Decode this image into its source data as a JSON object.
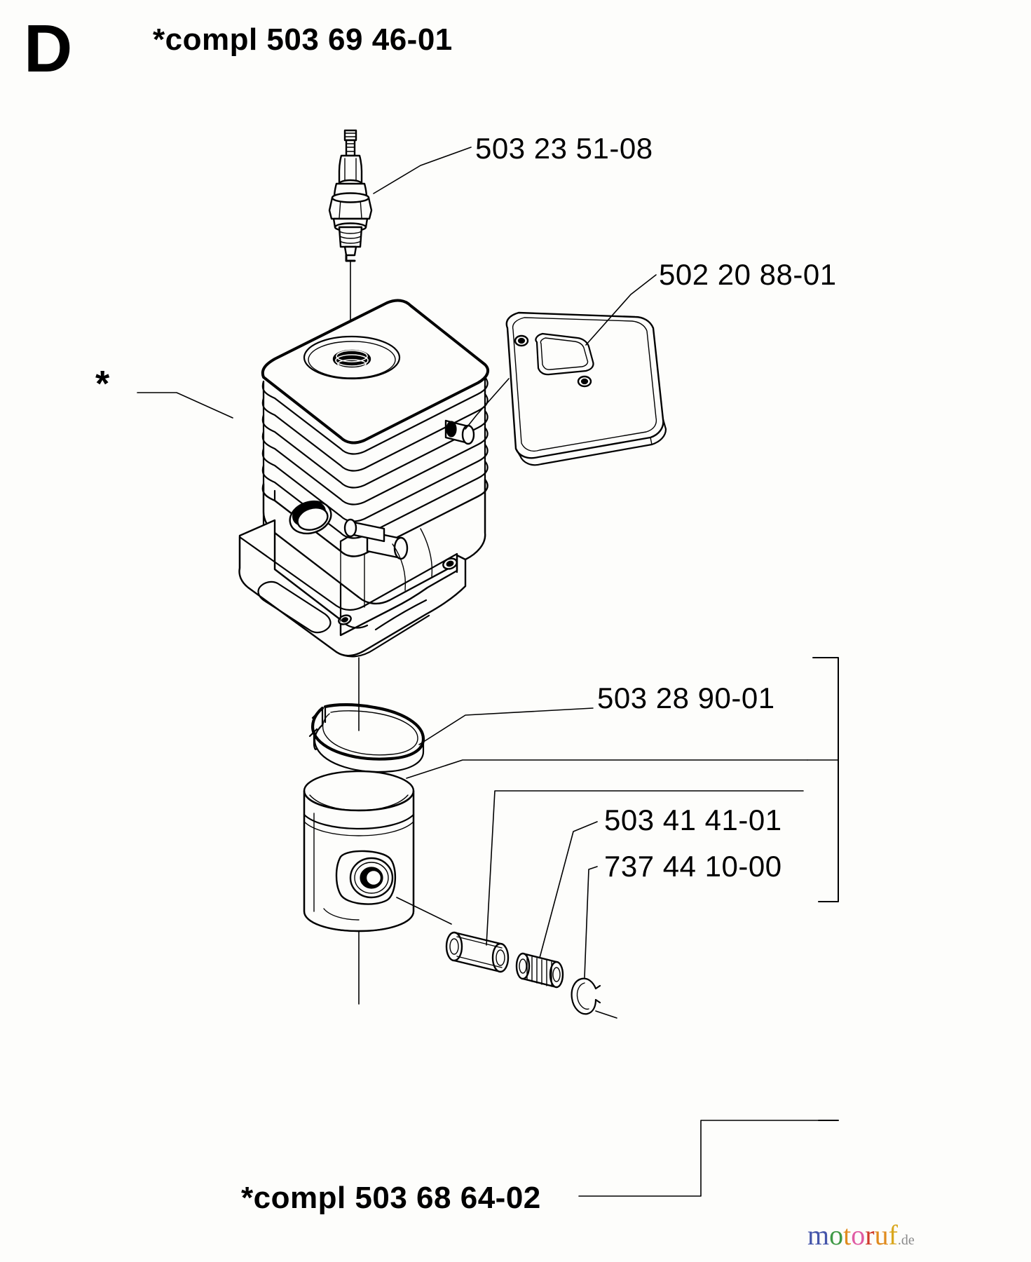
{
  "plate": {
    "letter": "D",
    "header_label": "*compl 503 69 46-01",
    "bottom_label": "*compl 503 68 64-02",
    "left_star": "*"
  },
  "references": [
    {
      "id": "spark-plug",
      "number": "503 23 51-08"
    },
    {
      "id": "muffler-gasket",
      "number": "502 20 88-01"
    },
    {
      "id": "piston-ring",
      "number": "503 28 90-01"
    },
    {
      "id": "piston-pin",
      "number": "503 41 41-01"
    },
    {
      "id": "needle-bearing",
      "number": "737 44 10-00"
    }
  ],
  "watermark": {
    "letters": [
      {
        "char": "m",
        "color": "#4455aa"
      },
      {
        "char": "o",
        "color": "#3f9a46"
      },
      {
        "char": "t",
        "color": "#e08b1e"
      },
      {
        "char": "o",
        "color": "#e05ba3"
      },
      {
        "char": "r",
        "color": "#cf3a2a"
      },
      {
        "char": "u",
        "color": "#e08b1e"
      },
      {
        "char": "f",
        "color": "#d9a61c"
      }
    ],
    "suffix": ".de"
  },
  "colors": {
    "ink": "#000000",
    "paper": "#fdfdfb"
  }
}
